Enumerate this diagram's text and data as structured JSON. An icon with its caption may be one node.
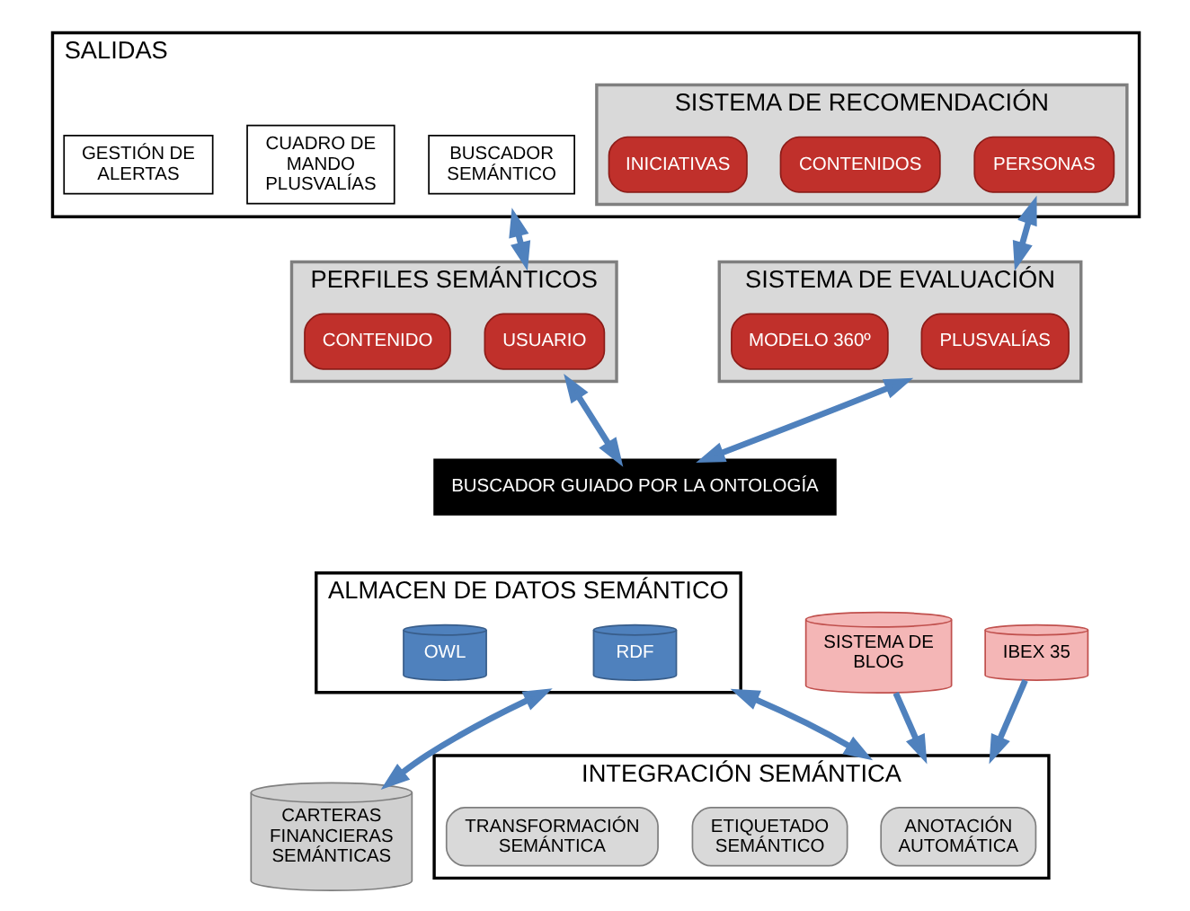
{
  "diagram": {
    "nodes": [
      {
        "text": [
          "SALIDAS"
        ]
      },
      {
        "text": [
          "BUSCADOR SEMÁNTICO"
        ],
        "in": 0
      },
      {
        "text": [
          "CUADRO DE MANDO PLUSVALÍAS"
        ],
        "in": 0
      },
      {
        "text": [
          "GESTIÓN DE ALERTAS"
        ],
        "in": 0
      },
      {
        "text": [
          "SISTEMA DE RECOMENDACIÓN"
        ],
        "in": 0
      },
      {
        "text": [
          "PERSONAS"
        ],
        "in": 4
      },
      {
        "text": [
          "CONTENIDOS"
        ],
        "in": 4
      },
      {
        "text": [
          "INICIATIVAS"
        ],
        "in": 4
      },
      {
        "text": [
          "PERFILES SEMÁNTICOS"
        ]
      },
      {
        "text": [
          "USUARIO"
        ],
        "in": 8
      },
      {
        "text": [
          "CONTENIDO"
        ],
        "in": 8
      },
      {
        "text": [
          "SISTEMA DE EVALUACIÓN"
        ]
      },
      {
        "text": [
          "PLUSVALÍAS"
        ],
        "in": 11
      },
      {
        "text": [
          "MODELO 360º"
        ],
        "in": 11
      },
      {
        "text": [
          "BUSCADOR GUIADO POR LA ONTOLOGÍA"
        ]
      },
      {
        "text": [
          "ALMACEN DE DATOS SEMÁNTICO"
        ]
      },
      {
        "text": [
          "RDF"
        ],
        "in": 15
      },
      {
        "text": [
          "OWL"
        ],
        "in": 15
      },
      {
        "text": [
          "CARTERAS FINANCIERAS SEMÁNTICAS"
        ]
      },
      {
        "text": [
          "INTEGRACIÓN SEMÁNTICA"
        ]
      },
      {
        "text": [
          "ANOTACIÓN AUTOMÁTICA"
        ],
        "in": 19
      },
      {
        "text": [
          "ETIQUETADO SEMÁNTICO"
        ],
        "in": 19
      },
      {
        "text": [
          "TRANSFORMACIÓN SEMÁNTICA"
        ],
        "in": 19
      },
      {
        "text": [
          "SISTEMA DE BLOG"
        ]
      },
      {
        "text": [
          "IBEX 35"
        ]
      }
    ],
    "edges": [
      {
        "from": 0,
        "to": 8,
        "arrow": "both"
      },
      {
        "from": 4,
        "to": 11,
        "arrow": "both"
      },
      {
        "from": 8,
        "to": 14,
        "arrow": "both"
      },
      {
        "from": 11,
        "to": 14,
        "arrow": "both"
      },
      {
        "from": 15,
        "to": 18,
        "arrow": "both"
      },
      {
        "from": 15,
        "to": 19,
        "arrow": "both"
      },
      {
        "from": 23,
        "to": 19,
        "arrow": "to"
      },
      {
        "from": 24,
        "to": 19,
        "arrow": "to"
      }
    ]
  }
}
